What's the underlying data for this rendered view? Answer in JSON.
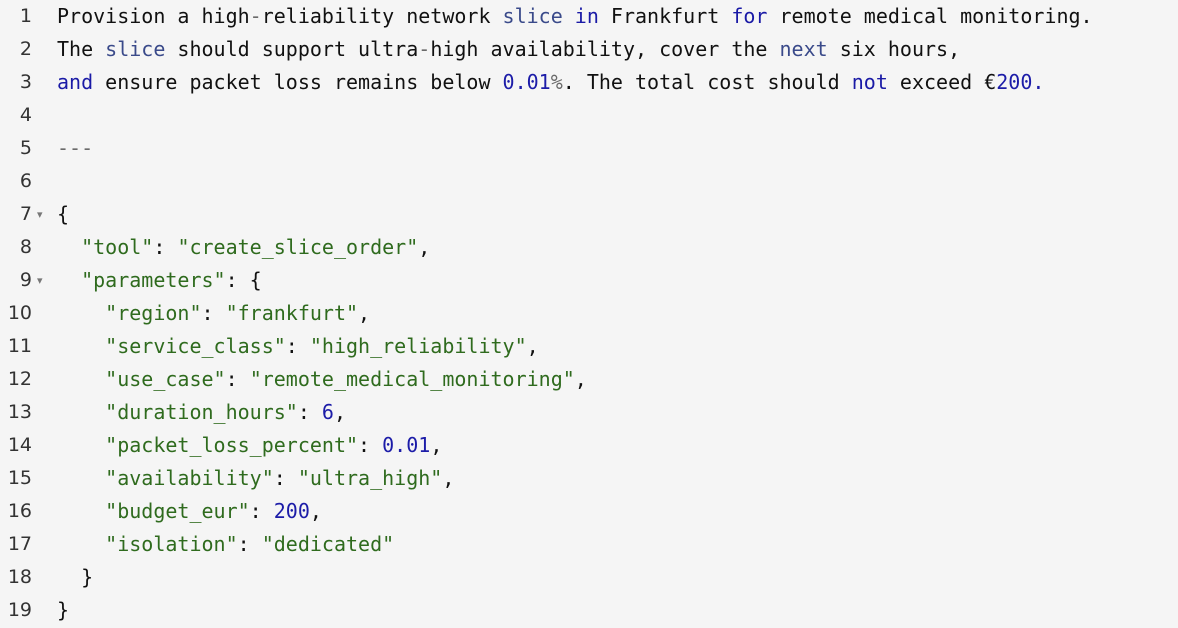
{
  "editor": {
    "lines": [
      {
        "no": "1",
        "fold": "",
        "segments": [
          {
            "t": "Provision a high",
            "c": "punct"
          },
          {
            "t": "-",
            "c": "muted"
          },
          {
            "t": "reliability network ",
            "c": "punct"
          },
          {
            "t": "slice",
            "c": "var"
          },
          {
            "t": " ",
            "c": "punct"
          },
          {
            "t": "in",
            "c": "kw"
          },
          {
            "t": " Frankfurt ",
            "c": "punct"
          },
          {
            "t": "for",
            "c": "kw"
          },
          {
            "t": " remote medical monitoring.",
            "c": "punct"
          }
        ]
      },
      {
        "no": "2",
        "fold": "",
        "segments": [
          {
            "t": "The ",
            "c": "punct"
          },
          {
            "t": "slice",
            "c": "var"
          },
          {
            "t": " should support ultra",
            "c": "punct"
          },
          {
            "t": "-",
            "c": "muted"
          },
          {
            "t": "high availability, cover the ",
            "c": "punct"
          },
          {
            "t": "next",
            "c": "var"
          },
          {
            "t": " six hours,",
            "c": "punct"
          }
        ]
      },
      {
        "no": "3",
        "fold": "",
        "segments": [
          {
            "t": "and",
            "c": "kw"
          },
          {
            "t": " ensure packet loss remains below ",
            "c": "punct"
          },
          {
            "t": "0.01",
            "c": "num"
          },
          {
            "t": "%",
            "c": "muted"
          },
          {
            "t": ". The total cost should ",
            "c": "punct"
          },
          {
            "t": "not",
            "c": "kw"
          },
          {
            "t": " exceed €",
            "c": "punct"
          },
          {
            "t": "200.",
            "c": "num"
          }
        ]
      },
      {
        "no": "4",
        "fold": "",
        "segments": []
      },
      {
        "no": "5",
        "fold": "",
        "segments": [
          {
            "t": "---",
            "c": "muted"
          }
        ]
      },
      {
        "no": "6",
        "fold": "",
        "segments": []
      },
      {
        "no": "7",
        "fold": "▾",
        "segments": [
          {
            "t": "{",
            "c": "punct"
          }
        ]
      },
      {
        "no": "8",
        "fold": "",
        "segments": [
          {
            "t": "  ",
            "c": "punct"
          },
          {
            "t": "\"tool\"",
            "c": "str"
          },
          {
            "t": ": ",
            "c": "punct"
          },
          {
            "t": "\"create_slice_order\"",
            "c": "str"
          },
          {
            "t": ",",
            "c": "punct"
          }
        ]
      },
      {
        "no": "9",
        "fold": "▾",
        "segments": [
          {
            "t": "  ",
            "c": "punct"
          },
          {
            "t": "\"parameters\"",
            "c": "str"
          },
          {
            "t": ": {",
            "c": "punct"
          }
        ]
      },
      {
        "no": "10",
        "fold": "",
        "segments": [
          {
            "t": "    ",
            "c": "punct"
          },
          {
            "t": "\"region\"",
            "c": "str"
          },
          {
            "t": ": ",
            "c": "punct"
          },
          {
            "t": "\"frankfurt\"",
            "c": "str"
          },
          {
            "t": ",",
            "c": "punct"
          }
        ]
      },
      {
        "no": "11",
        "fold": "",
        "segments": [
          {
            "t": "    ",
            "c": "punct"
          },
          {
            "t": "\"service_class\"",
            "c": "str"
          },
          {
            "t": ": ",
            "c": "punct"
          },
          {
            "t": "\"high_reliability\"",
            "c": "str"
          },
          {
            "t": ",",
            "c": "punct"
          }
        ]
      },
      {
        "no": "12",
        "fold": "",
        "segments": [
          {
            "t": "    ",
            "c": "punct"
          },
          {
            "t": "\"use_case\"",
            "c": "str"
          },
          {
            "t": ": ",
            "c": "punct"
          },
          {
            "t": "\"remote_medical_monitoring\"",
            "c": "str"
          },
          {
            "t": ",",
            "c": "punct"
          }
        ]
      },
      {
        "no": "13",
        "fold": "",
        "segments": [
          {
            "t": "    ",
            "c": "punct"
          },
          {
            "t": "\"duration_hours\"",
            "c": "str"
          },
          {
            "t": ": ",
            "c": "punct"
          },
          {
            "t": "6",
            "c": "num"
          },
          {
            "t": ",",
            "c": "punct"
          }
        ]
      },
      {
        "no": "14",
        "fold": "",
        "segments": [
          {
            "t": "    ",
            "c": "punct"
          },
          {
            "t": "\"packet_loss_percent\"",
            "c": "str"
          },
          {
            "t": ": ",
            "c": "punct"
          },
          {
            "t": "0.01",
            "c": "num"
          },
          {
            "t": ",",
            "c": "punct"
          }
        ]
      },
      {
        "no": "15",
        "fold": "",
        "segments": [
          {
            "t": "    ",
            "c": "punct"
          },
          {
            "t": "\"availability\"",
            "c": "str"
          },
          {
            "t": ": ",
            "c": "punct"
          },
          {
            "t": "\"ultra_high\"",
            "c": "str"
          },
          {
            "t": ",",
            "c": "punct"
          }
        ]
      },
      {
        "no": "16",
        "fold": "",
        "segments": [
          {
            "t": "    ",
            "c": "punct"
          },
          {
            "t": "\"budget_eur\"",
            "c": "str"
          },
          {
            "t": ": ",
            "c": "punct"
          },
          {
            "t": "200",
            "c": "num"
          },
          {
            "t": ",",
            "c": "punct"
          }
        ]
      },
      {
        "no": "17",
        "fold": "",
        "segments": [
          {
            "t": "    ",
            "c": "punct"
          },
          {
            "t": "\"isolation\"",
            "c": "str"
          },
          {
            "t": ": ",
            "c": "punct"
          },
          {
            "t": "\"dedicated\"",
            "c": "str"
          }
        ]
      },
      {
        "no": "18",
        "fold": "",
        "segments": [
          {
            "t": "  }",
            "c": "punct"
          }
        ]
      },
      {
        "no": "19",
        "fold": "",
        "segments": [
          {
            "t": "}",
            "c": "punct"
          }
        ]
      }
    ]
  },
  "colors": {
    "background": "#f5f5f5",
    "keyword": "#1a1aa6",
    "string": "#2f6b1e",
    "number": "#1c1ca8"
  }
}
